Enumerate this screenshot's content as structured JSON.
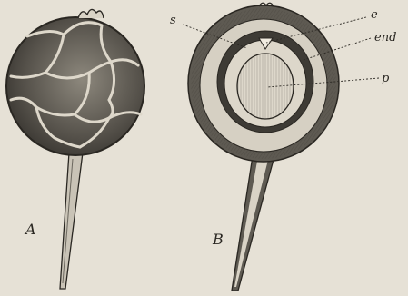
{
  "figure": {
    "panel_a": {
      "label": "A"
    },
    "panel_b": {
      "label": "B"
    },
    "annotations": {
      "s": "s",
      "e": "e",
      "end": "end",
      "p": "p"
    }
  },
  "colors": {
    "background": "#e6e1d6",
    "ink": "#2a2722",
    "shade": "#6b675e",
    "light": "#d9d3c6"
  }
}
